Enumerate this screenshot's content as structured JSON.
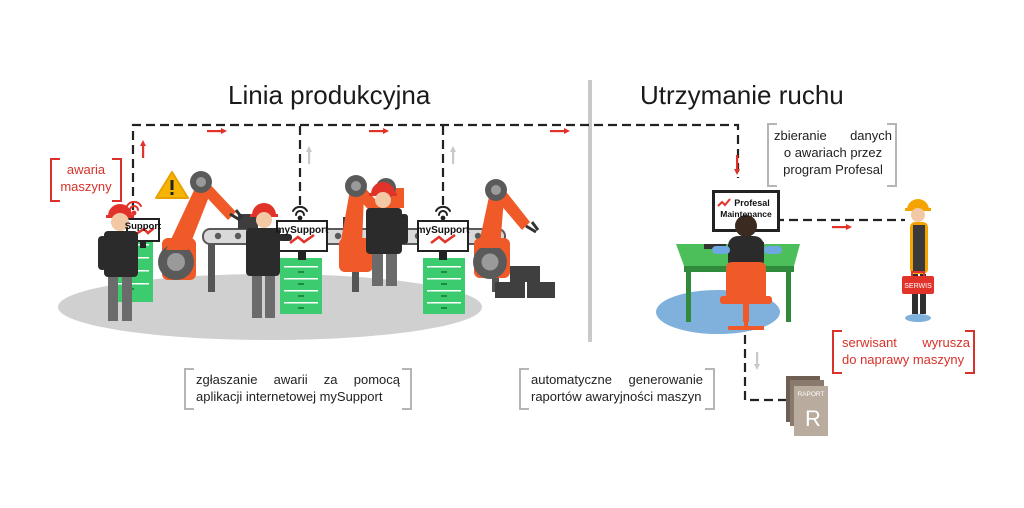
{
  "titles": {
    "production": "Linia produkcyjna",
    "maintenance": "Utrzymanie ruchu"
  },
  "labels": {
    "machine_failure": [
      "awaria",
      "maszyny"
    ],
    "reporting": [
      "zgłaszanie awarii za pomocą",
      "aplikacji internetowej mySupport"
    ],
    "collecting": [
      "zbieranie danych",
      "o awariach przez",
      "program Profesal"
    ],
    "auto_reports": [
      "automatyczne generowanie",
      "raportów awaryjności maszyn"
    ],
    "technician": [
      "serwisant wyrusza",
      "do naprawy maszyny"
    ]
  },
  "screens": {
    "mysupport": "mySupport",
    "mysupport_partial": "Support",
    "profesal_line1": "Profesal",
    "profesal_line2": "Maintenance"
  },
  "badges": {
    "service_case": "SERWIS",
    "report_header": "RAPORT",
    "report_letter": "R"
  },
  "colors": {
    "accent_red": "#e2332b",
    "robot_orange": "#ef5a28",
    "cabinet_green": "#3ccb6f",
    "desk_green": "#4cbf5a",
    "floor_grey": "#cfd0cf",
    "floor_blue": "#7fb1dc",
    "line_dark": "#222222",
    "bracket_grey": "#b5b5b5"
  },
  "icons": [
    "wifi-icon",
    "warning-icon",
    "profesal-logo-icon",
    "arrow-right-icon",
    "arrow-down-icon",
    "arrow-up-icon"
  ]
}
